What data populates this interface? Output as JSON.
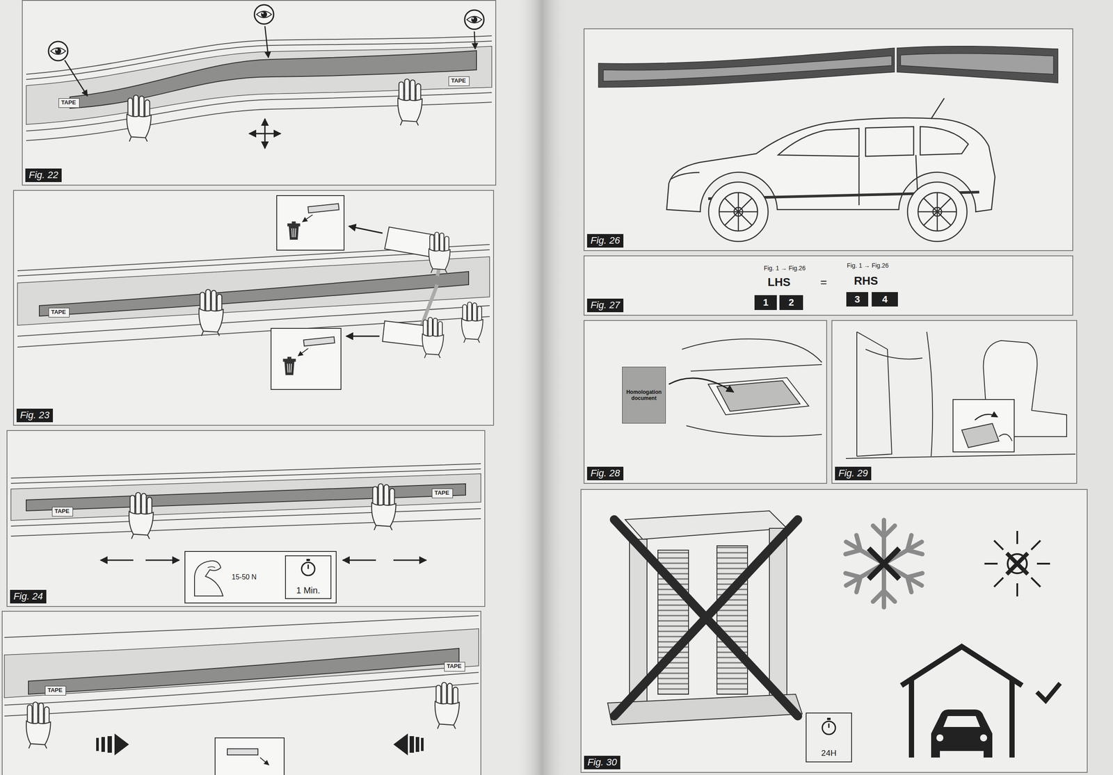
{
  "diagram": {
    "nodes": [
      {
        "text": [
          "Fig. 22"
        ]
      },
      {
        "text": [
          "TAPE"
        ],
        "in": 0
      },
      {
        "text": [
          "TAPE"
        ],
        "in": 0
      },
      {
        "text": [
          "Fig. 23"
        ]
      },
      {
        "text": [
          "TAPE"
        ],
        "in": 3
      },
      {
        "text": [
          "Fig. 24"
        ]
      },
      {
        "text": [
          "TAPE"
        ],
        "in": 5
      },
      {
        "text": [
          "TAPE"
        ],
        "in": 5
      },
      {
        "text": [
          "15-50 N"
        ],
        "in": 5
      },
      {
        "text": [
          "1 Min."
        ],
        "in": 8
      },
      {
        "text": [
          "TAPE"
        ]
      },
      {
        "text": [
          "TAPE"
        ]
      },
      {
        "text": [
          "Fig. 26"
        ]
      },
      {
        "text": [
          "Fig. 27"
        ]
      },
      {
        "text": [
          "1"
        ],
        "in": 13
      },
      {
        "text": [
          "2"
        ],
        "in": 13
      },
      {
        "text": [
          "3"
        ],
        "in": 13
      },
      {
        "text": [
          "4"
        ],
        "in": 13
      },
      {
        "text": [
          "Fig. 28"
        ]
      },
      {
        "text": [
          "Homologation document"
        ],
        "in": 18
      },
      {
        "text": [
          "Fig. 29"
        ]
      },
      {
        "text": [
          "Fig. 30"
        ]
      },
      {
        "text": [
          "24H"
        ],
        "in": 21
      }
    ],
    "labels": [
      "Fig. 1 → Fig.26",
      "LHS",
      "=",
      "Fig. 1 → Fig.26",
      "RHS"
    ]
  }
}
